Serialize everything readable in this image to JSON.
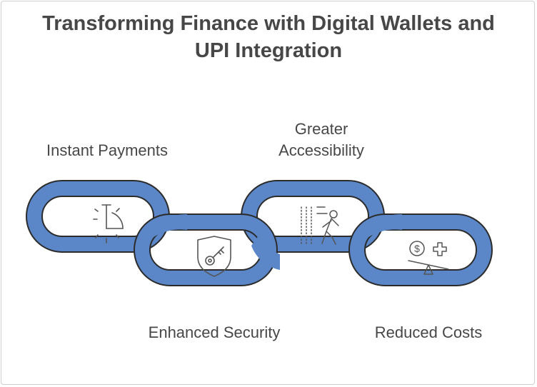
{
  "title": {
    "line1": "Transforming Finance with Digital Wallets and",
    "line2": "UPI Integration"
  },
  "links": [
    {
      "label": "Instant Payments",
      "icon": "stopwatch-icon"
    },
    {
      "label": "Enhanced Security",
      "icon": "shield-key-icon"
    },
    {
      "label_line1": "Greater",
      "label_line2": "Accessibility",
      "icon": "walking-person-icon"
    },
    {
      "label": "Reduced Costs",
      "icon": "cost-balance-icon"
    }
  ],
  "colors": {
    "chain_fill": "#5b87c9",
    "chain_stroke": "#2b2b2b",
    "icon_stroke": "#555555",
    "text": "#474747"
  }
}
